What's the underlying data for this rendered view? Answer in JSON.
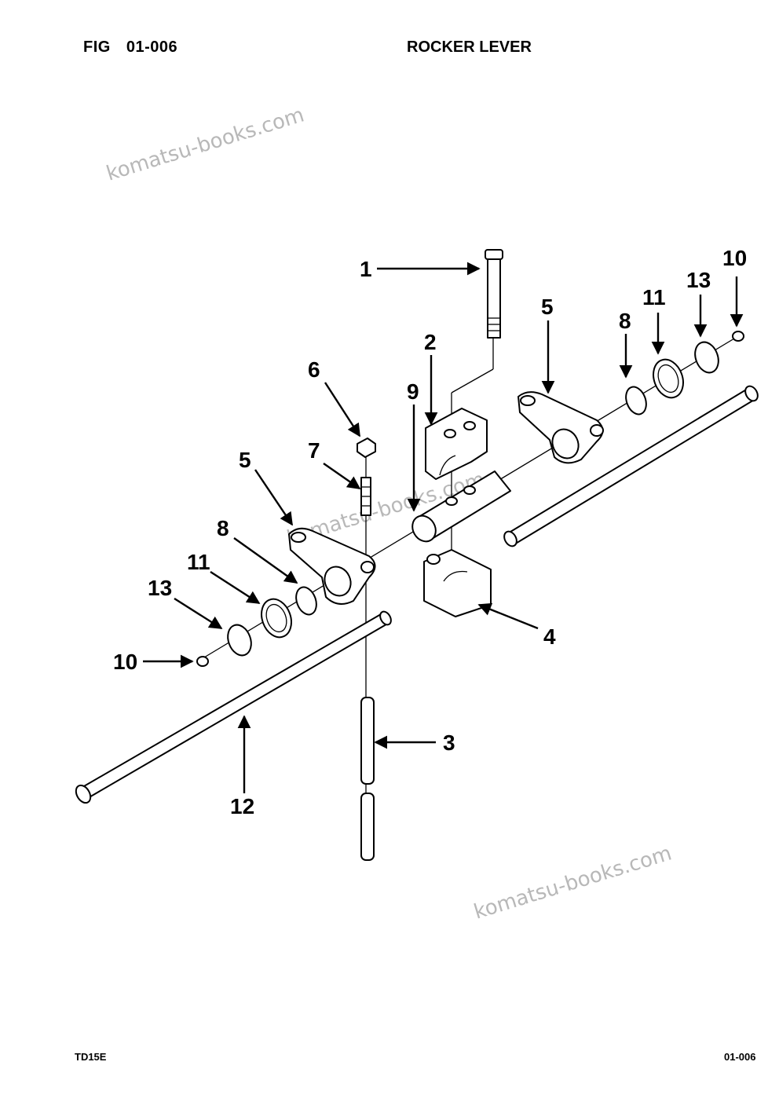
{
  "header": {
    "fig_label": "FIG   01-006",
    "title": "ROCKER LEVER"
  },
  "footer": {
    "model": "TD15E",
    "page": "01-006"
  },
  "watermark": {
    "text": "komatsu-books.com"
  },
  "callouts": {
    "c1": "1",
    "c2": "2",
    "c3": "3",
    "c4": "4",
    "c5a": "5",
    "c5b": "5",
    "c6": "6",
    "c7": "7",
    "c8a": "8",
    "c8b": "8",
    "c9": "9",
    "c10a": "10",
    "c10b": "10",
    "c11a": "11",
    "c11b": "11",
    "c12": "12",
    "c13a": "13",
    "c13b": "13"
  }
}
